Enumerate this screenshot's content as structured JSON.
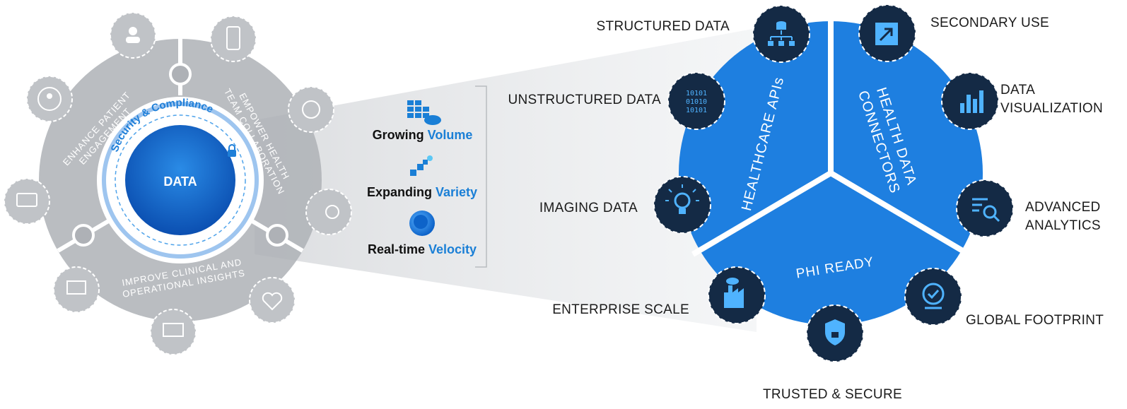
{
  "colors": {
    "primary_blue": "#1e7fe0",
    "dark_navy": "#142a45",
    "gray_wheel": "#aeb1b6",
    "accent_blue": "#1a7fd6"
  },
  "left_wheel": {
    "center_label": "DATA",
    "ring_label": "Security & Compliance",
    "segments": [
      "ENHANCE PATIENT ENGAGEMENT",
      "EMPOWER HEALTH TEAM COLLABORATION",
      "IMPROVE CLINICAL AND OPERATIONAL INSIGHTS"
    ],
    "icons": [
      "person-frame-icon",
      "mobile-device-icon",
      "person-refresh-icon",
      "stethoscope-icon",
      "telehealth-icon",
      "watch-icon",
      "laptop-chart-icon",
      "heart-health-icon",
      "monitor-gear-icon"
    ]
  },
  "middle": {
    "items": [
      {
        "prefix": "Growing",
        "highlight": "Volume",
        "icon": "data-grid-cloud-icon"
      },
      {
        "prefix": "Expanding",
        "highlight": "Variety",
        "icon": "scattered-squares-icon"
      },
      {
        "prefix": "Real-time",
        "highlight": "Velocity",
        "icon": "circle-velocity-icon"
      }
    ]
  },
  "right_wheel": {
    "segments": {
      "left": "HEALTHCARE APIs",
      "right_line1": "HEALTH DATA",
      "right_line2": "CONNECTORS",
      "bottom": "PHI READY"
    },
    "labels": {
      "structured": "STRUCTURED DATA",
      "unstructured": "UNSTRUCTURED DATA",
      "imaging": "IMAGING DATA",
      "enterprise": "ENTERPRISE SCALE",
      "trusted": "TRUSTED & SECURE",
      "global": "GLOBAL FOOTPRINT",
      "analytics_line1": "ADVANCED",
      "analytics_line2": "ANALYTICS",
      "visualization_line1": "DATA",
      "visualization_line2": "VISUALIZATION",
      "secondary": "SECONDARY USE"
    },
    "icons": [
      "database-hierarchy-icon",
      "binary-code-icon",
      "lightbulb-icon",
      "factory-icon",
      "shield-lock-icon",
      "globe-check-icon",
      "search-analytics-icon",
      "bar-chart-icon",
      "arrow-share-icon"
    ]
  }
}
